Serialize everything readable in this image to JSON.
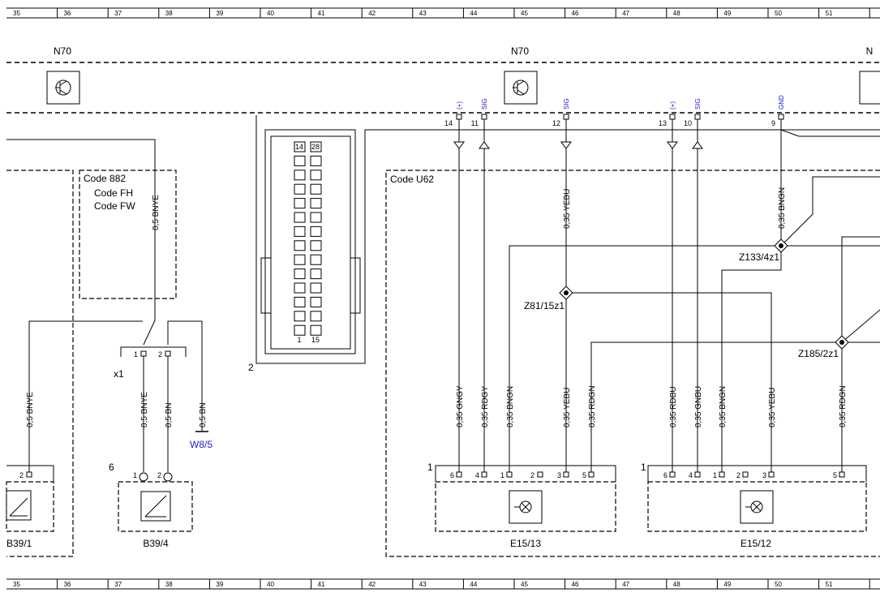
{
  "grid": {
    "columns": [
      "35",
      "36",
      "37",
      "38",
      "39",
      "40",
      "41",
      "42",
      "43",
      "44",
      "45",
      "46",
      "47",
      "48",
      "49",
      "50",
      "51"
    ]
  },
  "modules": [
    {
      "id": "n70-left",
      "label": "N70"
    },
    {
      "id": "n70-center",
      "label": "N70"
    },
    {
      "id": "n70-right",
      "label": "N"
    }
  ],
  "code_boxes": {
    "code882": {
      "title": "Code 882",
      "lines": [
        "Code FH",
        "Code FW"
      ]
    },
    "codeU62": {
      "title": "Code U62"
    }
  },
  "n70_pins": [
    {
      "pin": "14",
      "signal": "(+)"
    },
    {
      "pin": "11",
      "signal": "SIG"
    },
    {
      "pin": "12",
      "signal": "SIG"
    },
    {
      "pin": "13",
      "signal": "(+)"
    },
    {
      "pin": "10",
      "signal": "SIG"
    },
    {
      "pin": "9",
      "signal": "GND"
    }
  ],
  "connector_view": {
    "label": "2",
    "pins": [
      "14",
      "28",
      "1",
      "15"
    ]
  },
  "splices": [
    "Z133/4z1",
    "Z81/15z1",
    "Z185/2z1"
  ],
  "connector_x1": {
    "label": "x1",
    "pins": [
      "1",
      "2"
    ]
  },
  "ground": {
    "label": "W8/5"
  },
  "wires": {
    "code882_bnye": "0,5 BNYE",
    "left_bnye": "0,5 BNYE",
    "x1_bnye": "0,5 BNYE",
    "x1_bn": "0,5 BN",
    "ground_bn": "0,5 BN",
    "pin12_yebu": "0,35 YEBU",
    "pin9_bngn": "0,35 BNGN",
    "e1513": [
      "0,35 GNGY",
      "0,35 RDGY",
      "0,35 BNGN",
      "0,35 YEBU",
      "0,35 RDGN"
    ],
    "e1512": [
      "0,35 RDBU",
      "0,35 GNBU",
      "0,35 BNGN",
      "0,35 YEBU",
      "0,35 RDGN"
    ]
  },
  "components": {
    "b39_1": {
      "label": "B39/1",
      "pin": "2"
    },
    "b39_4": {
      "label": "B39/4",
      "pins": [
        "1",
        "2"
      ],
      "index": "6"
    },
    "e15_13": {
      "label": "E15/13",
      "index": "1",
      "pins": [
        "6",
        "4",
        "1",
        "2",
        "3",
        "5"
      ]
    },
    "e15_12": {
      "label": "E15/12",
      "index": "1",
      "pins": [
        "6",
        "4",
        "1",
        "2",
        "3",
        "5"
      ]
    }
  }
}
